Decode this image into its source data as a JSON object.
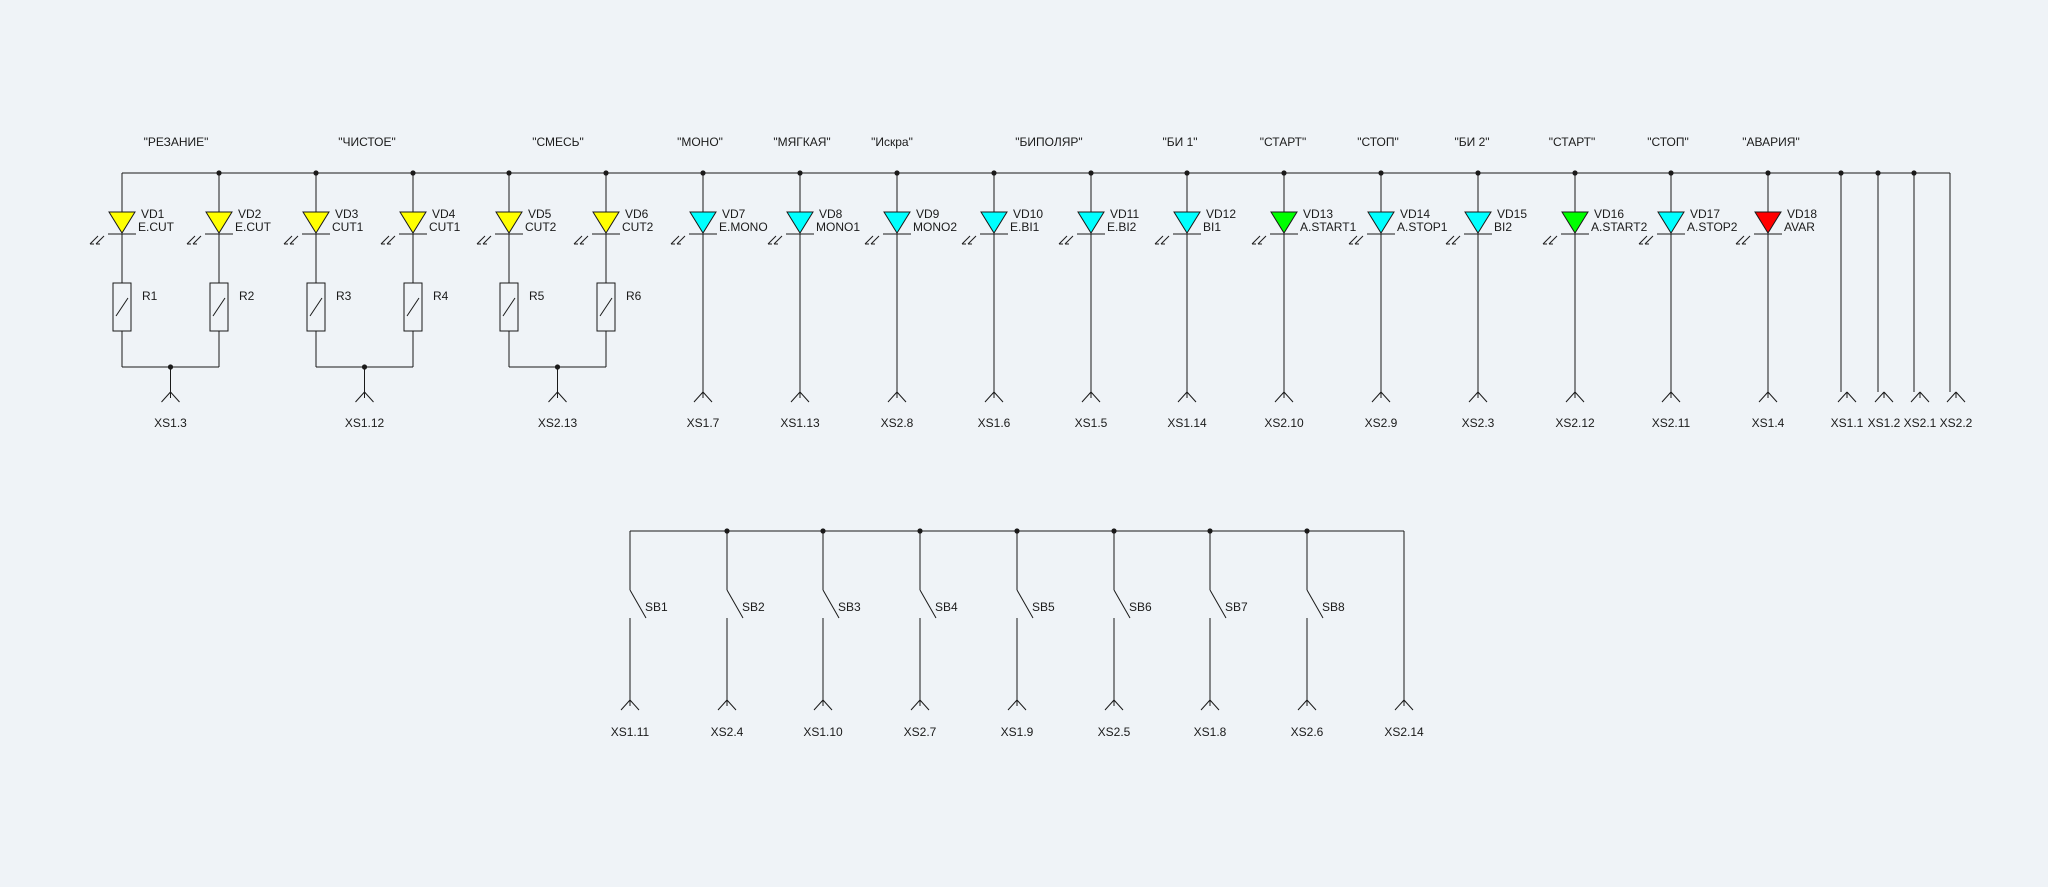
{
  "colors": {
    "background": "#eff3f7",
    "wire": "#1a1a1a",
    "led_yellow": "#ffff00",
    "led_cyan": "#00ffff",
    "led_green": "#00ff00",
    "led_red": "#ff0000"
  },
  "group_labels": [
    "\"РЕЗАНИЕ\"",
    "\"ЧИСТОЕ\"",
    "\"СМЕСЬ\"",
    "\"МОНО\"",
    "\"МЯГКАЯ\"",
    "\"Искра\"",
    "\"БИПОЛЯР\"",
    "\"БИ 1\"",
    "\"СТАРТ\"",
    "\"СТОП\"",
    "\"БИ 2\"",
    "\"СТАРТ\"",
    "\"СТОП\"",
    "\"АВАРИЯ\""
  ],
  "leds": [
    {
      "ref": "VD1",
      "value": "E.CUT",
      "color": "yellow"
    },
    {
      "ref": "VD2",
      "value": "E.CUT",
      "color": "yellow"
    },
    {
      "ref": "VD3",
      "value": "CUT1",
      "color": "yellow"
    },
    {
      "ref": "VD4",
      "value": "CUT1",
      "color": "yellow"
    },
    {
      "ref": "VD5",
      "value": "CUT2",
      "color": "yellow"
    },
    {
      "ref": "VD6",
      "value": "CUT2",
      "color": "yellow"
    },
    {
      "ref": "VD7",
      "value": "E.MONO",
      "color": "cyan"
    },
    {
      "ref": "VD8",
      "value": "MONO1",
      "color": "cyan"
    },
    {
      "ref": "VD9",
      "value": "MONO2",
      "color": "cyan"
    },
    {
      "ref": "VD10",
      "value": "E.BI1",
      "color": "cyan"
    },
    {
      "ref": "VD11",
      "value": "E.BI2",
      "color": "cyan"
    },
    {
      "ref": "VD12",
      "value": "BI1",
      "color": "cyan"
    },
    {
      "ref": "VD13",
      "value": "A.START1",
      "color": "green"
    },
    {
      "ref": "VD14",
      "value": "A.STOP1",
      "color": "cyan"
    },
    {
      "ref": "VD15",
      "value": "BI2",
      "color": "cyan"
    },
    {
      "ref": "VD16",
      "value": "A.START2",
      "color": "green"
    },
    {
      "ref": "VD17",
      "value": "A.STOP2",
      "color": "cyan"
    },
    {
      "ref": "VD18",
      "value": "AVAR",
      "color": "red"
    }
  ],
  "resistors": [
    "R1",
    "R2",
    "R3",
    "R4",
    "R5",
    "R6"
  ],
  "led_connectors": [
    "XS1.3",
    "XS1.12",
    "XS2.13",
    "XS1.7",
    "XS1.13",
    "XS2.8",
    "XS1.6",
    "XS1.5",
    "XS1.14",
    "XS2.10",
    "XS2.9",
    "XS2.3",
    "XS2.12",
    "XS2.11",
    "XS1.4"
  ],
  "common_connectors": [
    "XS1.1",
    "XS1.2",
    "XS2.1",
    "XS2.2"
  ],
  "switches": [
    "SB1",
    "SB2",
    "SB3",
    "SB4",
    "SB5",
    "SB6",
    "SB7",
    "SB8"
  ],
  "switch_connectors": [
    "XS1.11",
    "XS2.4",
    "XS1.10",
    "XS2.7",
    "XS1.9",
    "XS2.5",
    "XS1.8",
    "XS2.6"
  ],
  "switch_common_connector": "XS2.14"
}
